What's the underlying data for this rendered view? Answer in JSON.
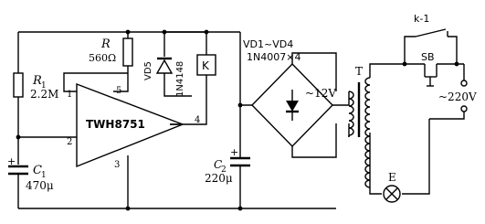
{
  "schematic": {
    "resistor_r": {
      "label": "R",
      "value": "560Ω"
    },
    "resistor_r1": {
      "label": "R",
      "sub": "1",
      "value": "2.2M"
    },
    "capacitor_c1": {
      "label": "C",
      "sub": "1",
      "value": "470μ"
    },
    "capacitor_c2": {
      "label": "C",
      "sub": "2",
      "value": "220μ"
    },
    "ic": {
      "label": "TWH8751"
    },
    "pins": {
      "p1": "1",
      "p2": "2",
      "p3": "3",
      "p4": "4",
      "p5": "5"
    },
    "diode_vd5": {
      "label": "VD5",
      "part": "1N4148"
    },
    "relay": {
      "label": "K"
    },
    "bridge": {
      "label": "VD1~VD4",
      "part": "1N4007×4"
    },
    "transformer": {
      "label": "T"
    },
    "dc_voltage": "~12V",
    "ac_voltage": "~220V",
    "relay_contact": "k-1",
    "switch_sb": "SB",
    "lamp": "E"
  }
}
